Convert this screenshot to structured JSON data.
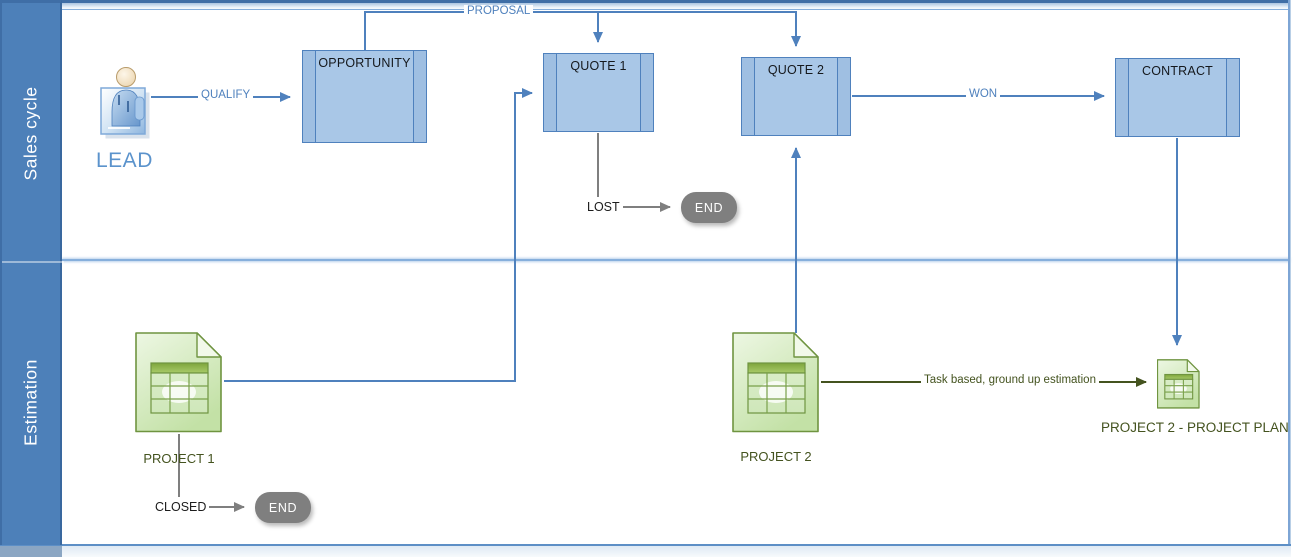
{
  "lanes": [
    {
      "label": "Sales cycle"
    },
    {
      "label": "Estimation"
    }
  ],
  "nodes": {
    "lead": {
      "label": "LEAD",
      "type": "person"
    },
    "opportunity": {
      "label": "OPPORTUNITY",
      "type": "subprocess"
    },
    "quote1": {
      "label": "QUOTE 1",
      "type": "subprocess"
    },
    "quote2": {
      "label": "QUOTE 2",
      "type": "subprocess"
    },
    "contract": {
      "label": "CONTRACT",
      "type": "subprocess"
    },
    "end_lost": {
      "label": "END",
      "type": "terminator"
    },
    "project1": {
      "label": "PROJECT 1",
      "type": "document"
    },
    "end_closed": {
      "label": "END",
      "type": "terminator"
    },
    "project2": {
      "label": "PROJECT 2",
      "type": "document"
    },
    "project_plan": {
      "label": "PROJECT 2 - PROJECT PLAN",
      "type": "document"
    }
  },
  "connectors": {
    "qualify": {
      "label": "QUALIFY",
      "from": "lead",
      "to": "opportunity"
    },
    "proposal": {
      "label": "PROPOSAL",
      "from": "opportunity",
      "to": "quote1 / quote2"
    },
    "won": {
      "label": "WON",
      "from": "quote2",
      "to": "contract"
    },
    "lost": {
      "label": "LOST",
      "from": "quote1",
      "to": "end"
    },
    "closed": {
      "label": "CLOSED",
      "from": "project1",
      "to": "end"
    },
    "estimation": {
      "label": "Task based, ground up estimation",
      "from": "project2",
      "to": "project_plan"
    }
  },
  "colors": {
    "lane_band": "#4d80b9",
    "box_fill": "#a9c7e7",
    "box_border": "#4f81bd",
    "connector_blue": "#4f81bd",
    "connector_gray": "#7f7f7f",
    "connector_olive": "#44531f",
    "end_fill": "#7f7f7f",
    "doc_border": "#6f9440",
    "lead_text": "#5b93cc"
  }
}
